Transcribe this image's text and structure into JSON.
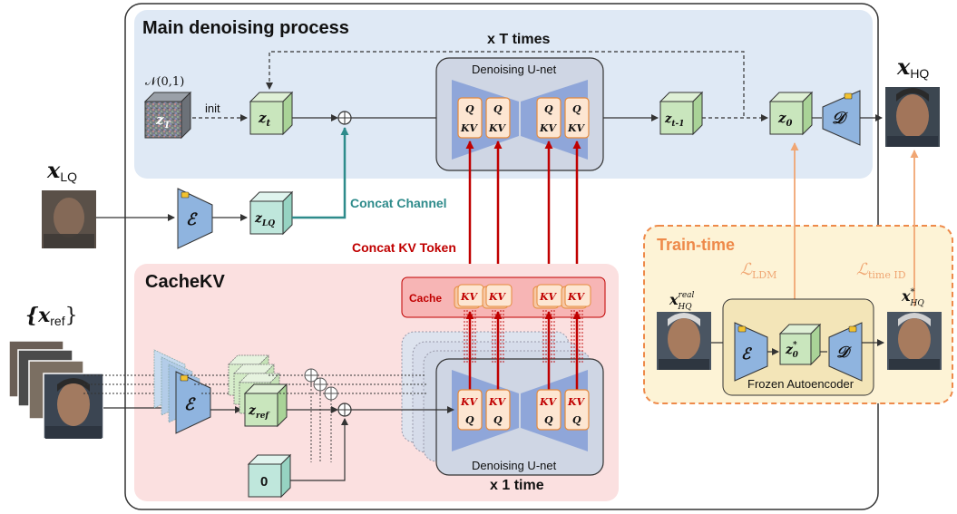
{
  "main": {
    "title": "Main denoising process",
    "loop_label": "x T times",
    "noise_dist": "𝒩(0,1)",
    "init_label": "init",
    "unet_top_label": "Denoising U-net",
    "z_T": "z",
    "z_T_sub": "T",
    "z_t": "z",
    "z_t_sub": "t",
    "z_t1": "z",
    "z_t1_sub": "t-1",
    "z_0": "z",
    "z_0_sub": "0",
    "decoder": "𝒟",
    "x_hq": "𝒙",
    "x_hq_sub": "HQ"
  },
  "lq": {
    "x_lq": "𝒙",
    "x_lq_sub": "LQ",
    "encoder": "ℰ",
    "z_lq": "z",
    "z_lq_sub": "LQ",
    "concat_channel": "Concat Channel",
    "concat_kv": "Concat KV Token"
  },
  "unet_blocks": {
    "q": "Q",
    "kv": "KV"
  },
  "cache": {
    "title": "CacheKV",
    "cache_label": "Cache",
    "kv": "KV",
    "x_ref": "{𝒙",
    "x_ref_sub": "ref",
    "x_ref_close": "}",
    "encoder": "ℰ",
    "z_ref": "z",
    "z_ref_sub": "ref",
    "zero": "0",
    "unet_bottom_label": "Denoising U-net",
    "once_label": "x 1 time"
  },
  "train": {
    "title": "Train-time",
    "l_ldm": "ℒ",
    "l_ldm_sub": "LDM",
    "l_id": "ℒ",
    "l_id_sub": "time ID",
    "x_real": "𝒙",
    "x_real_sup": "real",
    "x_real_sub": "HQ",
    "x_star": "𝒙",
    "x_star_sup": "*",
    "x_star_sub": "HQ",
    "encoder": "ℰ",
    "z0_star": "z",
    "z0_star_sup": "*",
    "z0_star_sub": "0",
    "decoder": "𝒟",
    "frozen": "Frozen Autoencoder"
  },
  "colors": {
    "main_bg": "#dfe9f5",
    "cache_bg": "#fbe0e0",
    "train_bg": "#fdf3d6",
    "train_border": "#ee8a4a",
    "cube": "#c9e6bd",
    "cube_lq": "#bfe7dc",
    "encoder": "#8fb4df",
    "kv_token": "#c00000",
    "concat_channel": "#2e8b8b",
    "loss": "#f0a673"
  }
}
